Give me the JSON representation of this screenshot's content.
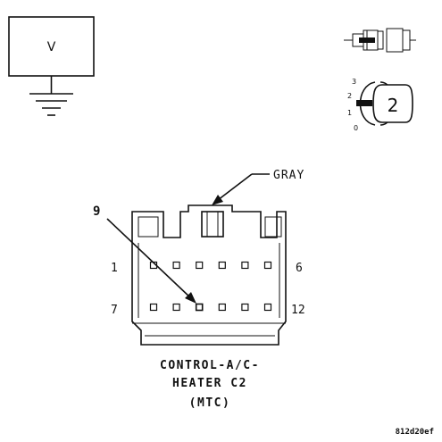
{
  "meter": {
    "label": "V"
  },
  "pin_position_scale": [
    "3",
    "2",
    "1",
    "0"
  ],
  "probe_badge": "2",
  "connector": {
    "color_callout": "GRAY",
    "highlighted_pin": "9",
    "pin_labels": {
      "top_left": "1",
      "top_right": "6",
      "bottom_left": "7",
      "bottom_right": "12"
    },
    "pins_per_row": 6,
    "rows": 2
  },
  "caption": {
    "line1": "CONTROL-A/C-",
    "line2": "HEATER C2",
    "line3": "(MTC)"
  },
  "figure_id": "812d20ef"
}
